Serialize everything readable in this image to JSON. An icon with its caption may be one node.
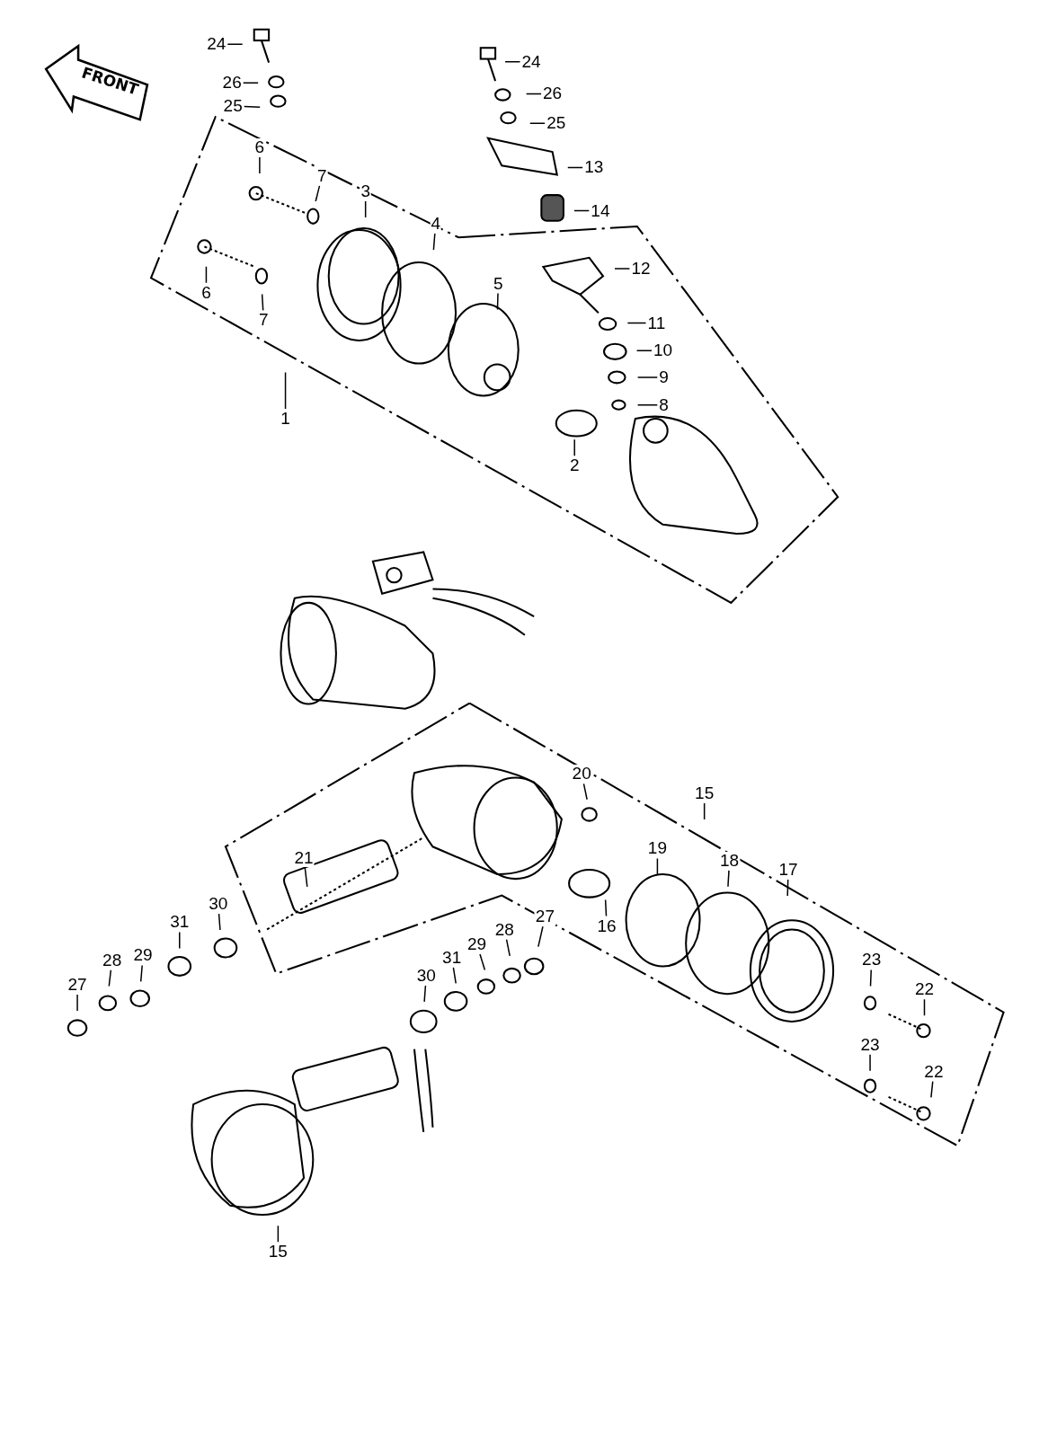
{
  "diagram": {
    "nodes": [
      {
        "text": [
          "24"
        ]
      },
      {
        "text": [
          "24"
        ]
      },
      {
        "text": [
          "26"
        ]
      },
      {
        "text": [
          "26"
        ]
      },
      {
        "text": [
          "25"
        ]
      },
      {
        "text": [
          "25"
        ]
      },
      {
        "text": [
          "13"
        ]
      },
      {
        "text": [
          "14"
        ]
      },
      {
        "text": [
          "6"
        ]
      },
      {
        "text": [
          "7"
        ]
      },
      {
        "text": [
          "3"
        ]
      },
      {
        "text": [
          "12"
        ]
      },
      {
        "text": [
          "4"
        ]
      },
      {
        "text": [
          "5"
        ]
      },
      {
        "text": [
          "6"
        ]
      },
      {
        "text": [
          "7"
        ]
      },
      {
        "text": [
          "11"
        ]
      },
      {
        "text": [
          "10"
        ]
      },
      {
        "text": [
          "9"
        ]
      },
      {
        "text": [
          "8"
        ]
      },
      {
        "text": [
          "1"
        ]
      },
      {
        "text": [
          "2"
        ]
      },
      {
        "text": [
          "20"
        ]
      },
      {
        "text": [
          "15"
        ]
      },
      {
        "text": [
          "21"
        ]
      },
      {
        "text": [
          "19"
        ]
      },
      {
        "text": [
          "18"
        ]
      },
      {
        "text": [
          "30"
        ]
      },
      {
        "text": [
          "31"
        ]
      },
      {
        "text": [
          "17"
        ]
      },
      {
        "text": [
          "16"
        ]
      },
      {
        "text": [
          "29"
        ]
      },
      {
        "text": [
          "28"
        ]
      },
      {
        "text": [
          "27"
        ]
      },
      {
        "text": [
          "27"
        ]
      },
      {
        "text": [
          "28"
        ]
      },
      {
        "text": [
          "29"
        ]
      },
      {
        "text": [
          "31"
        ]
      },
      {
        "text": [
          "30"
        ]
      },
      {
        "text": [
          "23"
        ]
      },
      {
        "text": [
          "22"
        ]
      },
      {
        "text": [
          "23"
        ]
      },
      {
        "text": [
          "22"
        ]
      },
      {
        "text": [
          "15"
        ]
      }
    ],
    "edges": [
      {
        "from": 0,
        "to": null,
        "arrow": "none"
      },
      {
        "from": 1,
        "to": null,
        "arrow": "none"
      },
      {
        "from": 2,
        "to": null,
        "arrow": "none"
      },
      {
        "from": 3,
        "to": null,
        "arrow": "none"
      },
      {
        "from": 4,
        "to": null,
        "arrow": "none"
      },
      {
        "from": 5,
        "to": null,
        "arrow": "none"
      },
      {
        "from": 6,
        "to": null,
        "arrow": "none"
      },
      {
        "from": 7,
        "to": null,
        "arrow": "none"
      },
      {
        "from": 8,
        "to": null,
        "arrow": "none"
      },
      {
        "from": 9,
        "to": null,
        "arrow": "none"
      },
      {
        "from": 10,
        "to": null,
        "arrow": "none"
      },
      {
        "from": 11,
        "to": null,
        "arrow": "none"
      },
      {
        "from": 12,
        "to": null,
        "arrow": "none"
      },
      {
        "from": 13,
        "to": null,
        "arrow": "none"
      },
      {
        "from": 14,
        "to": null,
        "arrow": "none"
      },
      {
        "from": 15,
        "to": null,
        "arrow": "none"
      },
      {
        "from": 16,
        "to": null,
        "arrow": "none"
      },
      {
        "from": 17,
        "to": null,
        "arrow": "none"
      },
      {
        "from": 18,
        "to": null,
        "arrow": "none"
      },
      {
        "from": 19,
        "to": null,
        "arrow": "none"
      },
      {
        "from": 20,
        "to": null,
        "arrow": "none"
      },
      {
        "from": 21,
        "to": null,
        "arrow": "none"
      },
      {
        "from": 22,
        "to": null,
        "arrow": "none"
      },
      {
        "from": 23,
        "to": null,
        "arrow": "none"
      },
      {
        "from": 24,
        "to": null,
        "arrow": "none"
      },
      {
        "from": 25,
        "to": null,
        "arrow": "none"
      },
      {
        "from": 26,
        "to": null,
        "arrow": "none"
      },
      {
        "from": 27,
        "to": null,
        "arrow": "none"
      },
      {
        "from": 28,
        "to": null,
        "arrow": "none"
      },
      {
        "from": 29,
        "to": null,
        "arrow": "none"
      },
      {
        "from": 30,
        "to": null,
        "arrow": "none"
      },
      {
        "from": 31,
        "to": null,
        "arrow": "none"
      },
      {
        "from": 32,
        "to": null,
        "arrow": "none"
      },
      {
        "from": 33,
        "to": null,
        "arrow": "none"
      },
      {
        "from": 34,
        "to": null,
        "arrow": "none"
      },
      {
        "from": 35,
        "to": null,
        "arrow": "none"
      },
      {
        "from": 36,
        "to": null,
        "arrow": "none"
      },
      {
        "from": 37,
        "to": null,
        "arrow": "none"
      },
      {
        "from": 38,
        "to": null,
        "arrow": "none"
      },
      {
        "from": 39,
        "to": null,
        "arrow": "none"
      },
      {
        "from": 40,
        "to": null,
        "arrow": "none"
      },
      {
        "from": 41,
        "to": null,
        "arrow": "none"
      },
      {
        "from": 42,
        "to": null,
        "arrow": "none"
      },
      {
        "from": 43,
        "to": null,
        "arrow": "none"
      }
    ],
    "labels": [
      "FRONT"
    ]
  }
}
